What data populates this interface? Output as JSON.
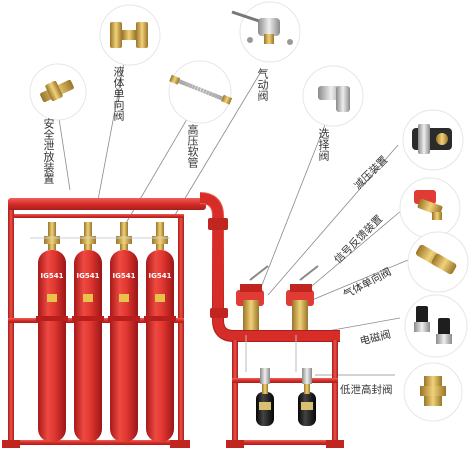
{
  "labels": {
    "safety_relief_device": "安全泄放装置",
    "liquid_check_valve": "液体单向阀",
    "high_pressure_hose": "高压软管",
    "pneumatic_valve": "气动阀",
    "selector_valve": "选择阀",
    "pressure_reducer": "减压装置",
    "signal_feedback_device": "信号反馈装置",
    "gas_check_valve": "气体单向阀",
    "solenoid_valve": "电磁阀",
    "low_leak_seal_valve": "低泄高封阀"
  },
  "cylinder_label": "IG541",
  "colors": {
    "red": "#e23a34",
    "dark_red": "#b81f1c",
    "pipe": "#d8302c",
    "brass": "#c9a24a",
    "black": "#1e1e1e",
    "callout_line": "#888888",
    "circle_border": "#e4e4e4"
  }
}
